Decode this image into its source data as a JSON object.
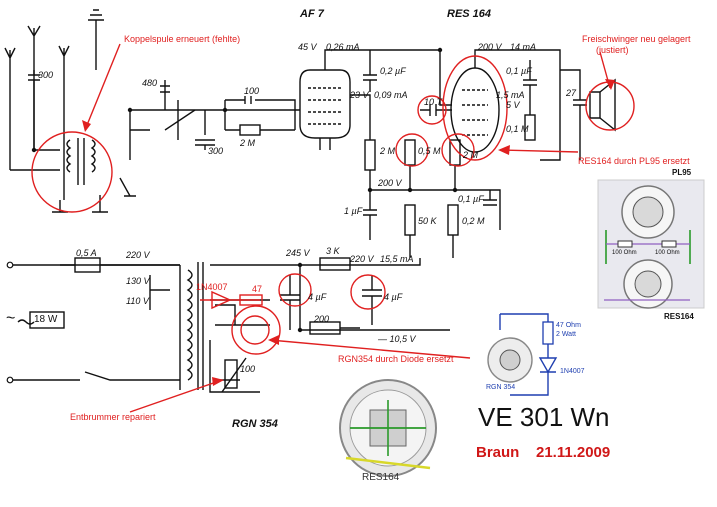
{
  "tubes": {
    "af7": "AF 7",
    "res164": "RES 164",
    "rgn354": "RGN 354",
    "res164_photo": "RES164",
    "rgn354_small": "RGN 354"
  },
  "title": {
    "model": "VE 301 Wn",
    "author": "Braun",
    "date": "21.11.2009"
  },
  "notes": {
    "koppelspule": "Koppelspule erneuert (fehlte)",
    "freischwinger": "Freischwinger neu gelagert",
    "freischwinger_sub": "(justiert)",
    "res_pl95": "RES164 durch PL95 ersetzt",
    "diode": "RGN354 durch Diode ersetzt",
    "entbrummer": "Entbrummer repariert",
    "diode_type": "1N4007",
    "resistor_47": "47",
    "pl95": "PL95",
    "res164_sub": "RES164",
    "ohm_100_a": "100 Ohm",
    "ohm_100_b": "100 Ohm"
  },
  "blue_notes": {
    "r47": "47 Ohm",
    "r47_watt": "2 Watt",
    "diode": "1N4007"
  },
  "values": {
    "c300_ant": "300",
    "c480": "480",
    "c100": "100",
    "r2m_grid": "2 M",
    "c300_tank": "300",
    "v45": "45 V",
    "i026": "0,26 mA",
    "c02uf": "0,2 µF",
    "v23": "23 V",
    "i009": "0,09 mA",
    "r2m_plate": "2 M",
    "c10t": "10 T",
    "r05m": "0,5 M",
    "r2m_g2": "2 M",
    "v200_top": "200 V",
    "i14": "14 mA",
    "c01uf_top": "0,1 µF",
    "i15": "1,5 mA",
    "v5": "5 V",
    "r01m": "0,1 M",
    "c27": "27",
    "v200_mid": "200 V",
    "c1uf": "1 µF",
    "c01uf_mid": "0,1 µF",
    "r50k": "50 K",
    "r02m": "0,2 M",
    "fuse": "0,5 A",
    "v220": "220 V",
    "v130": "130 V",
    "v110": "110 V",
    "v245": "245 V",
    "r3k": "3 K",
    "v220_b": "220 V",
    "i155": "15,5 mA",
    "c4uf_a": "4 µF",
    "c4uf_b": "4 µF",
    "r200": "200",
    "r100": "100",
    "v105": "— 10,5 V",
    "w18": "18 W",
    "ac": "~"
  },
  "colors": {
    "ink": "#111111",
    "annotation_red": "#e02020",
    "photo_blue": "#1f3fb0",
    "photo_green": "#2a9a2a",
    "photo_purple": "#9060c0"
  }
}
